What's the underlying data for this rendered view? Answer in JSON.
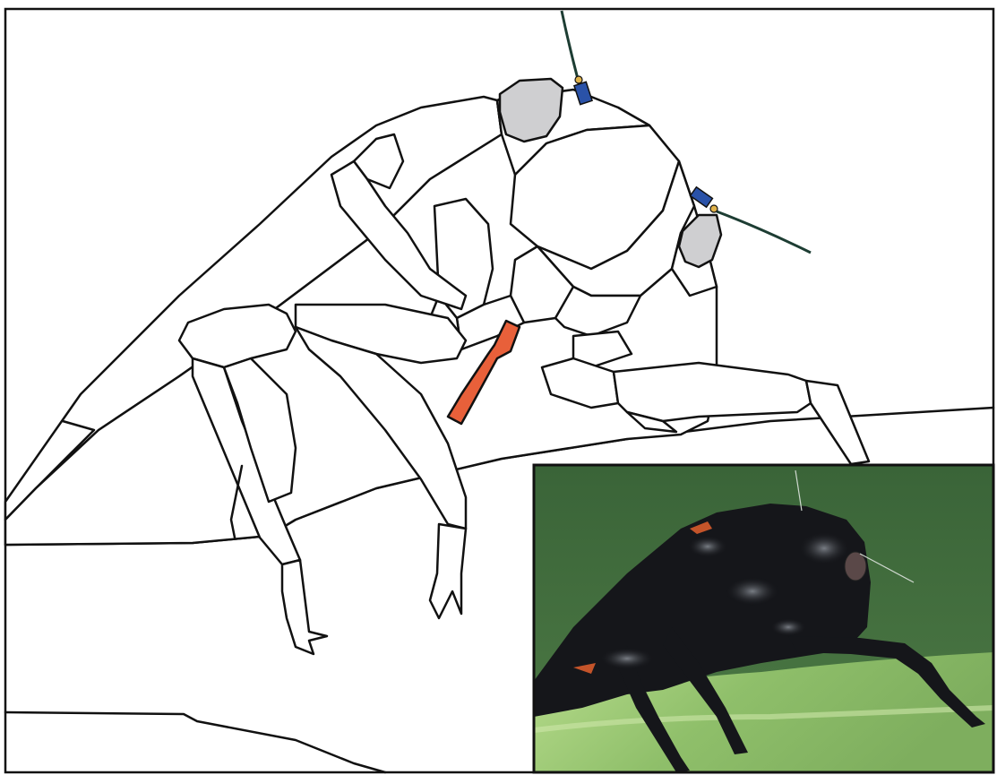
{
  "figure": {
    "subject": "leafhopper",
    "views": [
      "line-drawing",
      "photograph-inset"
    ],
    "colors": {
      "outline": "#111111",
      "body_fill": "#ffffff",
      "eye_fill": "#cfcfd1",
      "antenna_scape": "#2a52a8",
      "antenna_pedicel": "#e0b24a",
      "antenna_flagellum": "#1d3d33",
      "rostrum": "#e8603a",
      "photo_background": "#3f6b3c",
      "photo_leaf": "#8fbf6a",
      "photo_insect": "#15161a"
    }
  }
}
